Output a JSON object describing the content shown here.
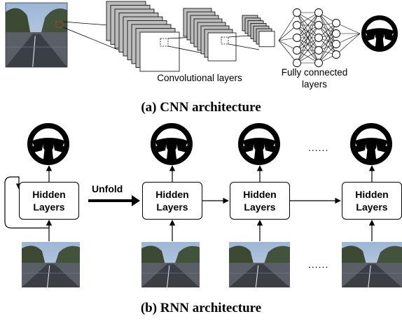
{
  "cnn": {
    "conv_label": "Convolutional layers",
    "fc_label_line1": "Fully  connected",
    "fc_label_line2": "layers",
    "caption": "(a) CNN architecture"
  },
  "rnn": {
    "hidden_label_line1": "Hidden",
    "hidden_label_line2": "Layers",
    "unfold_label": "Unfold",
    "ellipsis": "......",
    "caption": "(b) RNN architecture"
  },
  "colors": {
    "stroke": "#000000",
    "road_sky": "#6f8fb8",
    "road_dark": "#2e3440"
  },
  "icons": [
    "steering-wheel-icon",
    "road-image"
  ]
}
